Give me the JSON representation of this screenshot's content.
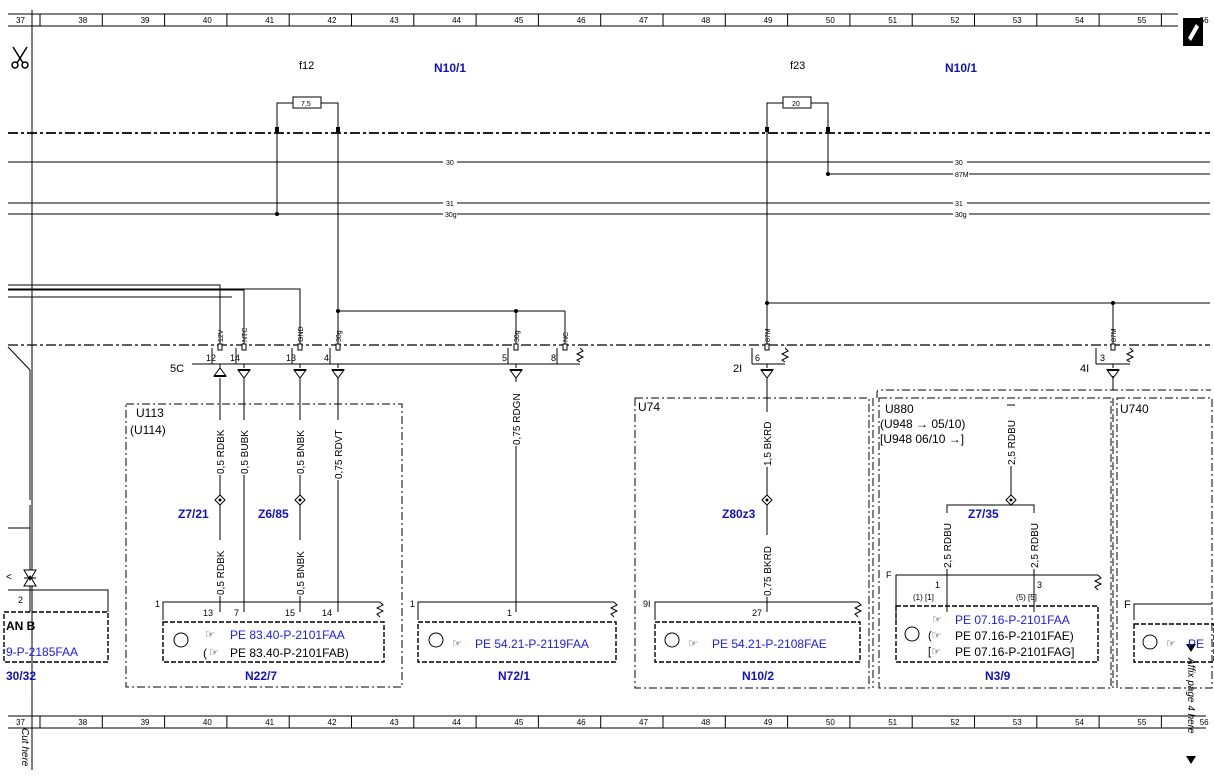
{
  "ruler": {
    "columns": [
      "37",
      "38",
      "39",
      "40",
      "41",
      "42",
      "43",
      "44",
      "45",
      "46",
      "47",
      "48",
      "49",
      "50",
      "51",
      "52",
      "53",
      "54",
      "55",
      "56"
    ]
  },
  "fuses": [
    {
      "id": "f12",
      "value": "7,5",
      "unit": "N10/1"
    },
    {
      "id": "f23",
      "value": "20",
      "unit": "N10/1"
    }
  ],
  "bus_labels": {
    "l30": "30",
    "l87m": "87M",
    "l31": "31",
    "l30g": "30g"
  },
  "connector_5c": {
    "name": "5C",
    "pins": [
      {
        "num": "12",
        "sig": "12V"
      },
      {
        "num": "14",
        "sig": "NTC"
      },
      {
        "num": "13",
        "sig": "GND"
      },
      {
        "num": "4",
        "sig": "30g"
      },
      {
        "num": "5",
        "sig": "30g"
      },
      {
        "num": "8",
        "sig": "NC"
      }
    ]
  },
  "connector_2i": {
    "name": "2I",
    "pin": "6",
    "sig": "87M"
  },
  "connector_4i": {
    "name": "4I",
    "pin": "3",
    "sig": "87M"
  },
  "blocks": {
    "u113": {
      "code": "U113",
      "alt": "(U114)"
    },
    "u74": {
      "code": "U74"
    },
    "u880": {
      "code": "U880",
      "line1": "(U948  → 05/10)",
      "line2": "[U948  06/10  →]"
    },
    "u740": {
      "code": "U740"
    }
  },
  "wires": {
    "rdbk_top": "0,5 RDBK",
    "bubk": "0,5 BUBK",
    "bnbk_top": "0,5 BNBK",
    "rdvt": "0,75 RDVT",
    "rdbk_bot": "0,5 RDBK",
    "bnbk_bot": "0,5 BNBK",
    "rdgn": "0,75 RDGN",
    "bkrd_top": "1,5 BKRD",
    "bkrd_bot": "0,75 BKRD",
    "rdbu_top": "2,5 RDBU",
    "rdbu_left": "2,5 RDBU",
    "rdbu_right": "2,5 RDBU"
  },
  "splices": {
    "z7_21": "Z7/21",
    "z6_85": "Z6/85",
    "z80z3": "Z80z3",
    "z7_35": "Z7/35"
  },
  "modules": [
    {
      "id": "n22_7",
      "name": "N22/7",
      "conn": "1",
      "pins": [
        "13",
        "7",
        "15",
        "14"
      ],
      "ref1": "PE 83.40-P-2101FAA",
      "ref2": "PE 83.40-P-2101FAB)",
      "ref2_pre": "("
    },
    {
      "id": "n72_1",
      "name": "N72/1",
      "conn": "1",
      "pins": [
        "1"
      ],
      "ref1": "PE 54.21-P-2119FAA"
    },
    {
      "id": "n10_2",
      "name": "N10/2",
      "conn": "9I",
      "pins": [
        "27"
      ],
      "ref1": "PE 54.21-P-2108FAE"
    },
    {
      "id": "n3_9",
      "name": "N3/9",
      "conn": "F",
      "pins": [
        "1",
        "3"
      ],
      "pin_sub": [
        "(1) [1]",
        "(5) [5]"
      ],
      "ref1": "PE 07.16-P-2101FAA",
      "ref2": "PE 07.16-P-2101FAE)",
      "ref3": "PE 07.16-P-2101FAG]"
    }
  ],
  "partial_left": {
    "pin": "2",
    "text1": "AN B",
    "ref": "9-P-2185FAA",
    "ref2": "30/32"
  },
  "partial_right": {
    "conn": "F",
    "ref": "PE"
  },
  "margin": {
    "cut_here": "Cut here",
    "affix": "Affix page 4 here"
  }
}
